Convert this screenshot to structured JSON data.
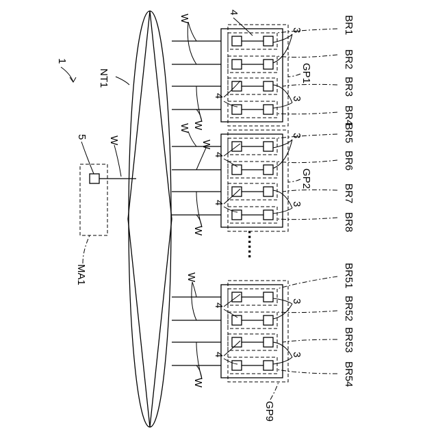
{
  "figure": {
    "ref_label": "1",
    "network_label": "NT1",
    "manager_label": "MA1",
    "manager_device_label": "5",
    "wire_label": "W",
    "module_label": "3",
    "board_label": "4",
    "continuation_dots": "......",
    "groups": [
      {
        "label": "GP1",
        "units": [
          "BR1",
          "BR2",
          "BR3",
          "BR4"
        ]
      },
      {
        "label": "GP2",
        "units": [
          "BR5",
          "BR6",
          "BR7",
          "BR8"
        ]
      },
      {
        "label": "GP9",
        "units": [
          "BR51",
          "BR52",
          "BR53",
          "BR54"
        ]
      }
    ]
  }
}
